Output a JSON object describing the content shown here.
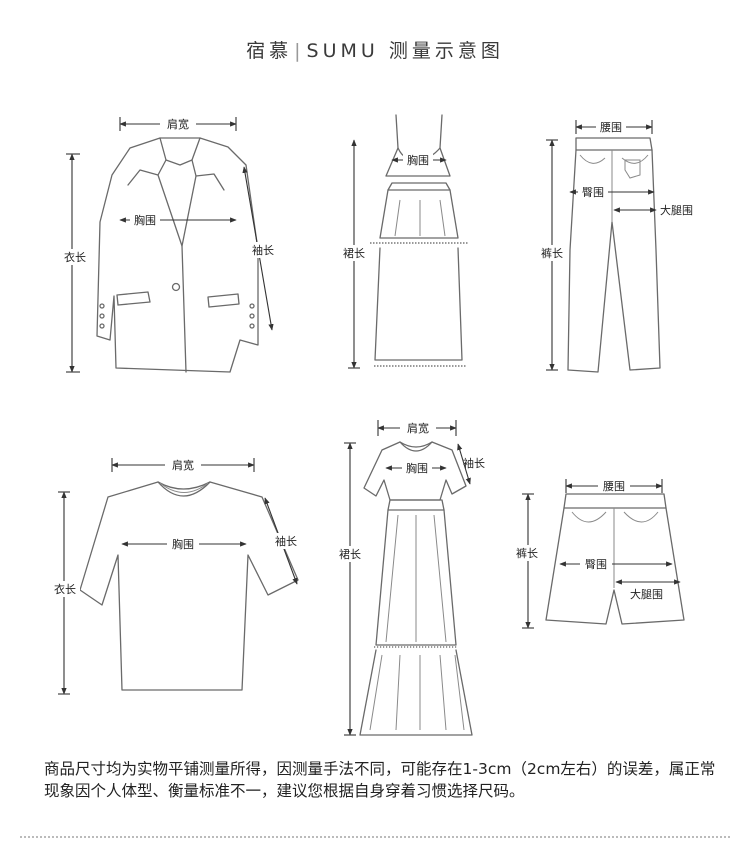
{
  "title": {
    "brand_cn": "宿慕",
    "brand_en": "SUMU",
    "text": "测量示意图"
  },
  "labels": {
    "shoulder": "肩宽",
    "chest": "胸围",
    "length": "衣长",
    "sleeve": "袖长",
    "skirt_length": "裙长",
    "waist": "腰围",
    "hip": "臀围",
    "thigh": "大腿围",
    "pants_length": "裤长"
  },
  "note": "商品尺寸均为实物平铺测量所得，因测量手法不同，可能存在1-3cm（2cm左右）的误差，属正常现象因个人体型、衡量标准不一，建议您根据自身穿着习惯选择尺码。"
}
